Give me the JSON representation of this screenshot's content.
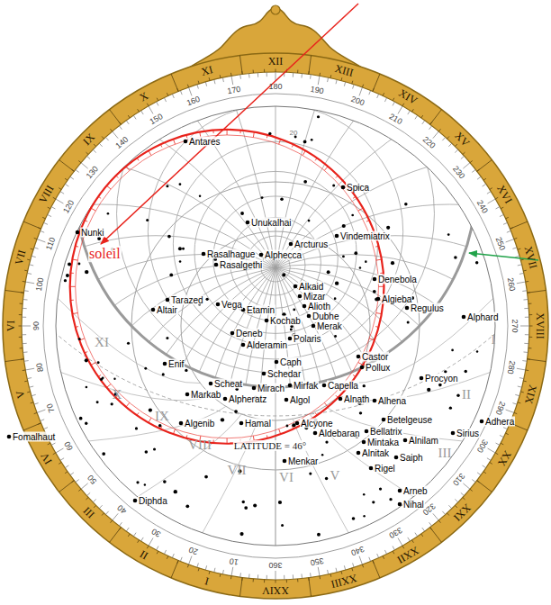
{
  "diagram": {
    "labels": [
      "XII",
      "XIII",
      "XIV",
      "XV",
      "XVI",
      "XVII",
      "XVIII",
      "XIX",
      "XX",
      "XXI",
      "XXII",
      "XXIII",
      "XXIV",
      "I",
      "II",
      "III",
      "IV",
      "V",
      "VI",
      "VII",
      "VIII",
      "IX",
      "X",
      "XI",
      "180",
      "190",
      "200",
      "210",
      "220",
      "230",
      "240",
      "250",
      "260",
      "270",
      "280",
      "290",
      "300",
      "310",
      "320",
      "330",
      "340",
      "350",
      "360",
      "10",
      "20",
      "30",
      "40",
      "50",
      "60",
      "70",
      "80",
      "90",
      "100",
      "110",
      "120",
      "130",
      "140",
      "150",
      "160",
      "170",
      "I",
      "II",
      "III",
      "V",
      "VI",
      "VII",
      "VIII",
      "IX",
      "X",
      "XI",
      "20",
      "soleil",
      "LATITUDE = 46°",
      "Antares",
      "Spica",
      "Unukalhai",
      "Arcturus",
      "Vindemiatrix",
      "Nunki",
      "Rasalhague",
      "Rasalgethi",
      "Alphecca",
      "Denebola",
      "Alkaid",
      "Mizar",
      "Alioth",
      "Dubhe",
      "Merak",
      "Kochab",
      "Polaris",
      "Algieba",
      "Regulus",
      "Alphard",
      "Altair",
      "Tarazed",
      "Vega",
      "Etamin",
      "Deneb",
      "Alderamin",
      "Caph",
      "Schedar",
      "Enif",
      "Scheat",
      "Markab",
      "Alpheratz",
      "Mirach",
      "Algol",
      "Mirfak",
      "Capella",
      "Castor",
      "Pollux",
      "Procyon",
      "Alnath",
      "Alhena",
      "Algenib",
      "Hamal",
      "Alcyone",
      "Aldebaran",
      "Betelgeuse",
      "Bellatrix",
      "Mintaka",
      "Alnilam",
      "Alnitak",
      "Saiph",
      "Rigel",
      "Sirius",
      "Adhera",
      "Arneb",
      "Nihal",
      "Menkar",
      "Fomalhaut",
      "Diphda"
    ]
  }
}
